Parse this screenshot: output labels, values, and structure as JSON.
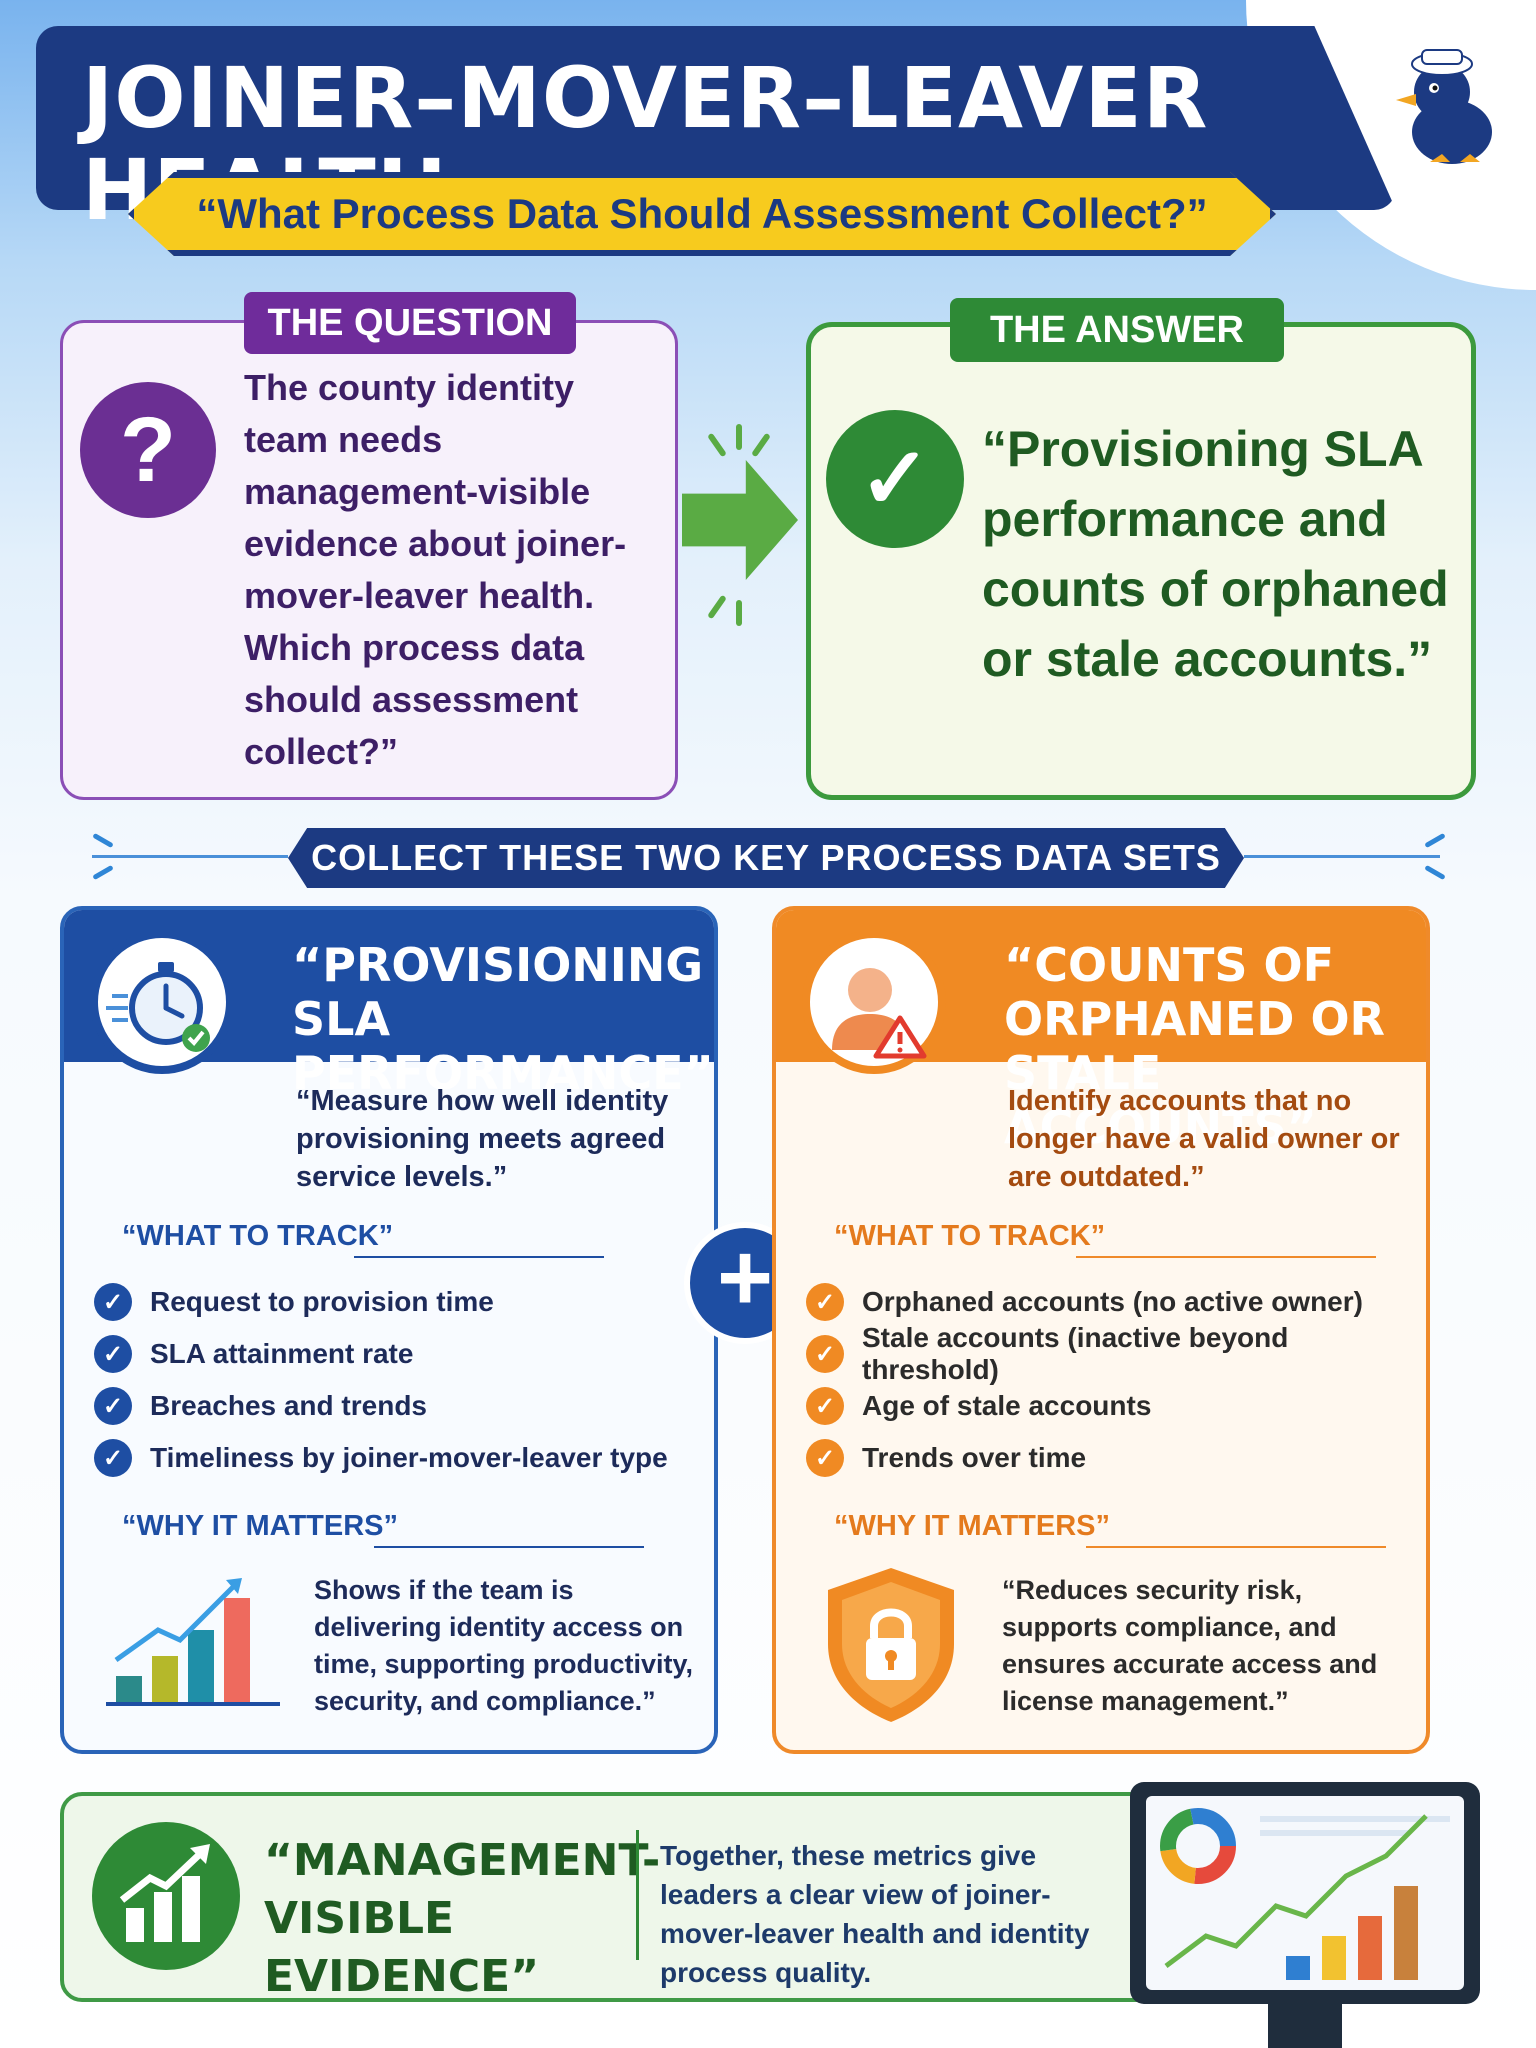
{
  "header": {
    "title": "JOINER–MOVER–LEAVER HEALTH",
    "subtitle": "“What Process Data Should Assessment Collect?”"
  },
  "question": {
    "tag": "THE QUESTION",
    "icon": "question-icon",
    "text": "The county identity team needs management-visible evidence about joiner-mover-leaver health. Which process data should assessment collect?”"
  },
  "answer": {
    "tag": "THE ANSWER",
    "icon": "checkmark-icon",
    "text": "“Provisioning SLA performance and counts of orphaned or stale accounts.”"
  },
  "section": {
    "banner": "COLLECT THESE TWO KEY PROCESS DATA SETS"
  },
  "provisioning": {
    "title": "“PROVISIONING SLA PERFORMANCE”",
    "icon": "stopwatch-icon",
    "description": "“Measure how well identity provisioning meets agreed service levels.”",
    "track_heading": "“WHAT TO TRACK”",
    "track_items": [
      "Request to provision time",
      "SLA attainment rate",
      "Breaches and trends",
      "Timeliness by joiner-mover-leaver type"
    ],
    "why_heading": "“WHY IT MATTERS”",
    "why_text": "Shows if the team is delivering identity access on time, supporting productivity, security, and compliance.”"
  },
  "orphaned": {
    "title": "“COUNTS OF ORPHANED OR STALE ACCOUNTS”",
    "icon": "user-warning-icon",
    "description": "Identify accounts that no longer have a valid owner or are outdated.”",
    "track_heading": "“WHAT TO TRACK”",
    "track_items": [
      "Orphaned accounts (no active owner)",
      "Stale accounts (inactive beyond threshold)",
      "Age of stale accounts",
      "Trends over time"
    ],
    "why_heading": "“WHY IT MATTERS”",
    "why_text": "“Reduces security risk, supports compliance, and ensures accurate access and license management.”"
  },
  "bottom": {
    "title": "“MANAGEMENT-VISIBLE EVIDENCE”",
    "text": "Together, these metrics give leaders a clear view of joiner-mover-leaver health and identity process quality."
  },
  "colors": {
    "navy": "#1c3a82",
    "purple": "#6f2c9b",
    "green": "#2e8a36",
    "orange": "#f08a23",
    "yellow": "#f7cb1e"
  }
}
